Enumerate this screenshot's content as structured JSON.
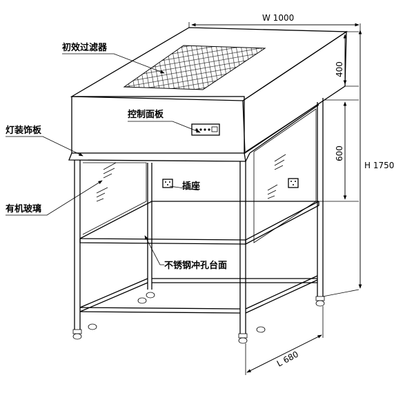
{
  "labels": {
    "filter": "初效过滤器",
    "control_panel": "控制面板",
    "trim_panel": "灯装饰板",
    "socket": "插座",
    "acrylic_glass": "有机玻璃",
    "worktop": "不锈钢冲孔台面"
  },
  "dimensions": {
    "width": "W 1000",
    "top_height": "400",
    "mid_height": "600",
    "total_height": "H 1750",
    "length": "L 680"
  }
}
